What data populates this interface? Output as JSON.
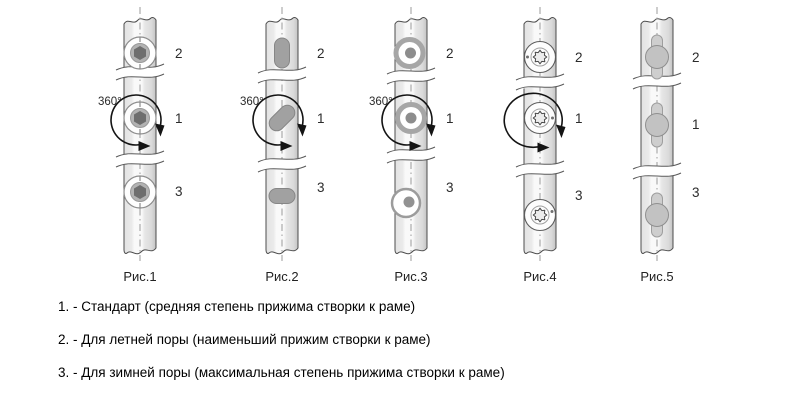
{
  "figures": [
    {
      "caption": "Рис.1",
      "rotation_label": "360°",
      "position_labels": [
        "2",
        "1",
        "3"
      ]
    },
    {
      "caption": "Рис.2",
      "rotation_label": "360°",
      "position_labels": [
        "2",
        "1",
        "3"
      ]
    },
    {
      "caption": "Рис.3",
      "rotation_label": "360°",
      "position_labels": [
        "2",
        "1",
        "3"
      ]
    },
    {
      "caption": "Рис.4",
      "position_labels": [
        "2",
        "1",
        "3"
      ]
    },
    {
      "caption": "Рис.5",
      "position_labels": [
        "2",
        "1",
        "3"
      ]
    }
  ],
  "legend": [
    "1. - Стандарт (средняя степень прижима створки к раме)",
    "2. - Для летней поры (наименьший прижим створки к раме)",
    "3. - Для зимней поры (максимальная степень прижима створки к раме)"
  ],
  "colors": {
    "background": "#ffffff",
    "profile_light": "#f9f9f9",
    "profile_gray": "#e6e6e6",
    "profile_edge": "#c3c3c3",
    "cam_gray": "#b3b3b3",
    "cam_dark": "#6e6e6e",
    "outline": "#4e4e4e",
    "text": "#1f1f1f"
  }
}
